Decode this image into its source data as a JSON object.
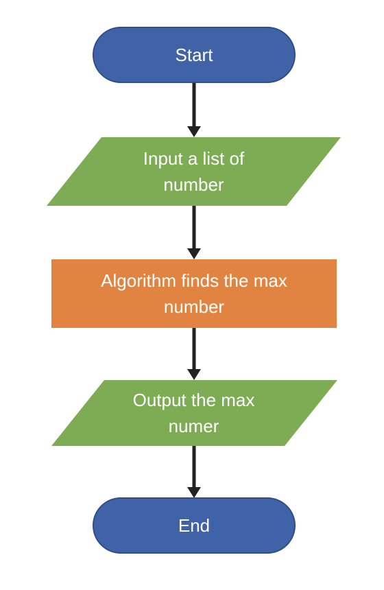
{
  "colors": {
    "terminal": "#3F63A6",
    "terminal_border": "#2F4E86",
    "io": "#7EAC55",
    "process": "#E18442",
    "arrow": "#222222",
    "text": "#FFFFFF"
  },
  "nodes": {
    "start": {
      "label": "Start"
    },
    "input": {
      "line1": "Input a list of",
      "line2": "number"
    },
    "process": {
      "line1": "Algorithm finds the max",
      "line2": "number"
    },
    "output": {
      "line1": "Output the max",
      "line2": "numer"
    },
    "end": {
      "label": "End"
    }
  }
}
